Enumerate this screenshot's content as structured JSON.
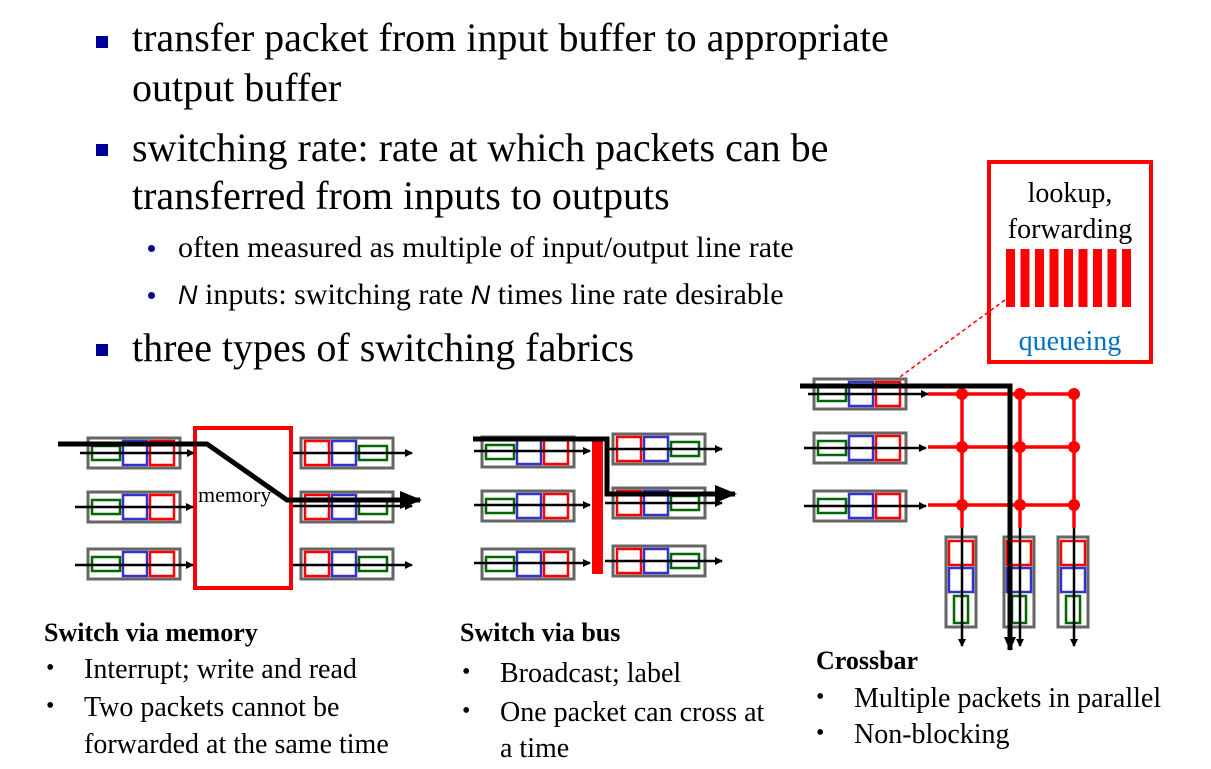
{
  "bullets": [
    {
      "lines": [
        "transfer packet from input buffer to appropriate",
        "output buffer"
      ]
    },
    {
      "lines": [
        "switching rate: rate at which packets can be",
        "transferred from inputs to outputs"
      ],
      "sub": [
        {
          "pre": "",
          "text": "often measured as multiple of input/output line rate"
        },
        {
          "pre": "N",
          "mid": " inputs: switching rate ",
          "mid_var": "N",
          "post": " times line rate desirable"
        }
      ]
    },
    {
      "lines": [
        "three types of switching fabrics"
      ]
    }
  ],
  "callout": {
    "lookup_line1": "lookup,",
    "lookup_line2": "forwarding",
    "queue_label": "queueing",
    "queue_bars": 9
  },
  "fabrics": {
    "memory": {
      "label": "memory",
      "title": "Switch via memory",
      "items": [
        "Interrupt; write and read",
        "Two packets cannot be",
        "forwarded at the same time"
      ]
    },
    "bus": {
      "title": "Switch via bus",
      "items": [
        "Broadcast; label",
        "One packet can cross at",
        "a time"
      ]
    },
    "crossbar": {
      "title": "Crossbar",
      "items": [
        "Multiple packets in parallel",
        "Non-blocking"
      ]
    }
  },
  "colors": {
    "bullet": "#000099",
    "fabric": "#ff0000",
    "packet_green": "#006600",
    "packet_blue": "#3333cc",
    "packet_red": "#ff0000",
    "buffer_border": "#666666",
    "queue_text": "#0070c0"
  }
}
